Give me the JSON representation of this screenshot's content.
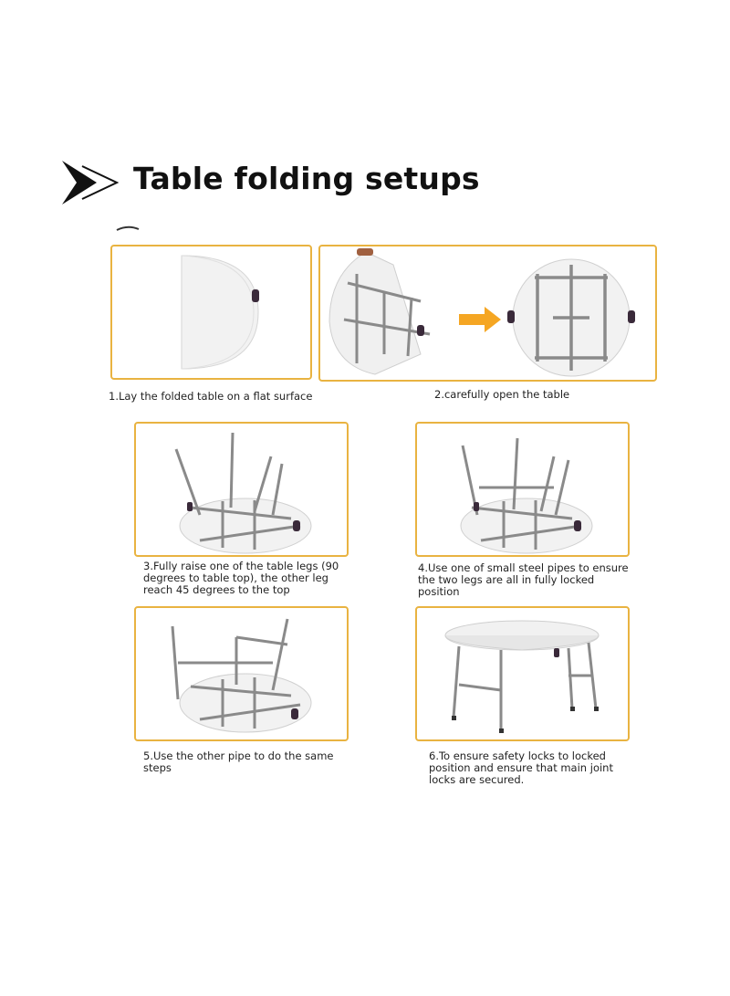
{
  "title": "Table folding setups",
  "steps": [
    {
      "caption": "1.Lay the folded table on a flat surface"
    },
    {
      "caption": "2.carefully open the table"
    },
    {
      "caption": "3.Fully raise one of the table legs (90\ndegrees to table top), the other leg\nreach 45 degrees to the top"
    },
    {
      "caption": "4.Use one of small steel pipes to ensure\nthe two legs are all in fully locked\nposition"
    },
    {
      "caption": "5.Use the other pipe to do the same\nsteps"
    },
    {
      "caption": "6.To ensure safety locks to locked\nposition and ensure that main joint\nlocks are secured."
    }
  ],
  "colors": {
    "panel_border": "#e9b341",
    "arrow": "#f5a623",
    "frame": "#8a8a8a",
    "tabletop": "#efefef"
  },
  "icons": [
    "chevron-arrow-icon",
    "orange-arrow-icon",
    "handle-icon"
  ]
}
